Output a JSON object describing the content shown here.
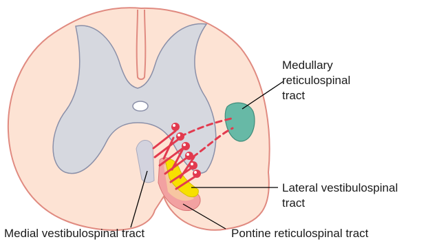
{
  "labels": {
    "medullary": [
      "Medullary",
      "reticulospinal",
      "tract"
    ],
    "lateral_vestibulospinal": [
      "Lateral vestibulospinal",
      "tract"
    ],
    "medial_vestibulospinal": "Medial vestibulospinal tract",
    "pontine_reticulospinal": "Pontine reticulospinal tract"
  },
  "colors": {
    "cord_fill": "#fde3d4",
    "cord_outline": "#e08a80",
    "gray_matter": "#d6d8df",
    "gray_matter_outline": "#8a8fa8",
    "medullary_tract": "#67b9a6",
    "lateral_vestibulospinal_tract": "#f7e000",
    "pontine_reticulospinal_tract": "#f2a1a1",
    "pontine_inner": "#f7c6a1",
    "medial_vestibulospinal_tract": "#d3d3de",
    "neuron_red": "#e23a4e",
    "leader_line": "#000000"
  }
}
